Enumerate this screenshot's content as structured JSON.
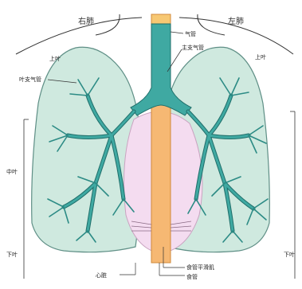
{
  "labels": {
    "right_lung": "右肺",
    "left_lung": "左肺",
    "trachea": "气管",
    "bronchus_main": "主支气管",
    "upper_lobe_right": "上叶",
    "upper_lobe_left": "上叶",
    "lobar_bronchus": "叶支气管",
    "middle_lobe": "中叶",
    "lower_lobe_right": "下叶",
    "lower_lobe_left": "下叶",
    "heart": "心脏",
    "esophagus_muscle": "食管平滑肌",
    "esophagus": "食管"
  },
  "colors": {
    "lung_fill": "#cfe9df",
    "lung_stroke": "#5f8f86",
    "airway_fill": "#3fa9a2",
    "airway_stroke": "#1f6e6a",
    "esophagus_fill": "#f6b873",
    "trachea_top": "#f7c873",
    "heart_fill": "#f4dcf0",
    "line": "#333333"
  },
  "icons": {
    "trachea": "trachea-icon",
    "lungs": "lung-icon"
  }
}
